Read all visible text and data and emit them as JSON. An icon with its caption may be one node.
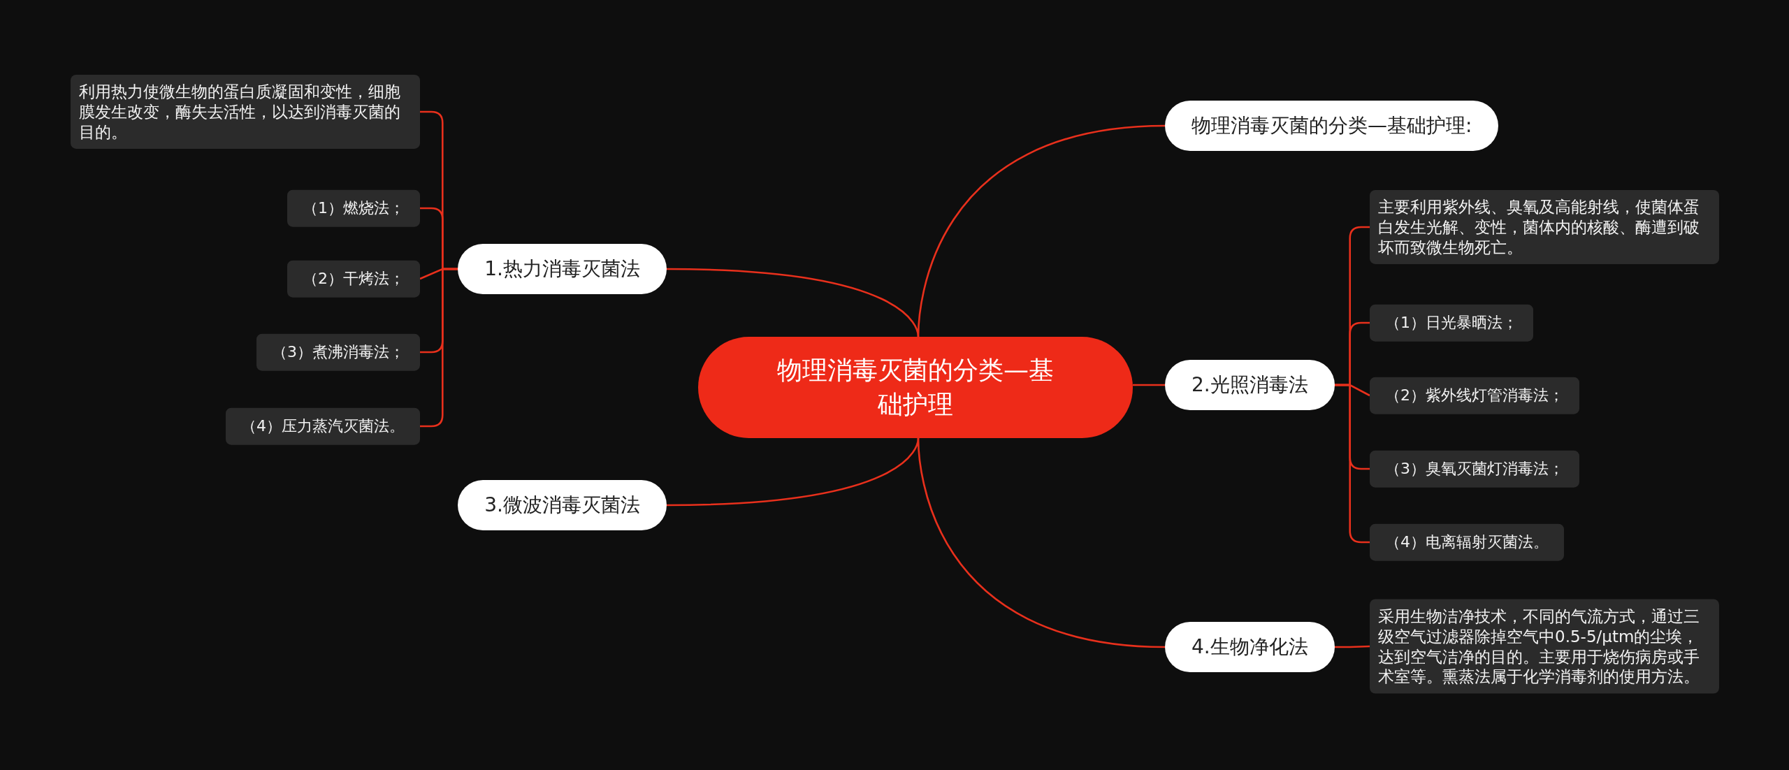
{
  "diagram": {
    "nodes": [
      {
        "text": [
          "物理消毒灭菌的分类—基础护理"
        ]
      },
      {
        "text": [
          "物理消毒灭菌的分类—基础护理:"
        ]
      },
      {
        "text": [
          "1.热力消毒灭菌法"
        ]
      },
      {
        "text": [
          "利用热力使微生物的蛋白质凝固和变性，细胞膜发生改变，酶失去活性，以达到消毒灭菌的目的。"
        ]
      },
      {
        "text": [
          "（1）燃烧法；"
        ]
      },
      {
        "text": [
          "（2）干烤法；"
        ]
      },
      {
        "text": [
          "（3）煮沸消毒法；"
        ]
      },
      {
        "text": [
          "（4）压力蒸汽灭菌法。"
        ]
      },
      {
        "text": [
          "2.光照消毒法"
        ]
      },
      {
        "text": [
          "主要利用紫外线、臭氧及高能射线，使菌体蛋白发生光解、变性，菌体内的核酸、酶遭到破坏而致微生物死亡。"
        ]
      },
      {
        "text": [
          "（1）日光暴晒法；"
        ]
      },
      {
        "text": [
          "（2）紫外线灯管消毒法；"
        ]
      },
      {
        "text": [
          "（3）臭氧灭菌灯消毒法；"
        ]
      },
      {
        "text": [
          "（4）电离辐射灭菌法。"
        ]
      },
      {
        "text": [
          "3.微波消毒灭菌法"
        ]
      },
      {
        "text": [
          "4.生物净化法"
        ]
      },
      {
        "text": [
          "采用生物洁净技术，不同的气流方式，通过三级空气过滤器除掉空气中0.5-5/μtm的尘埃，达到空气洁净的目的。主要用于烧伤病房或手术室等。熏蒸法属于化学消毒剂的使用方法。"
        ]
      }
    ],
    "edges": [
      {
        "from": 0,
        "to": 1,
        "arrow": "none"
      },
      {
        "from": 0,
        "to": 2,
        "arrow": "none"
      },
      {
        "from": 2,
        "to": 3,
        "arrow": "none"
      },
      {
        "from": 2,
        "to": 4,
        "arrow": "none"
      },
      {
        "from": 2,
        "to": 5,
        "arrow": "none"
      },
      {
        "from": 2,
        "to": 6,
        "arrow": "none"
      },
      {
        "from": 2,
        "to": 7,
        "arrow": "none"
      },
      {
        "from": 0,
        "to": 8,
        "arrow": "none"
      },
      {
        "from": 8,
        "to": 9,
        "arrow": "none"
      },
      {
        "from": 8,
        "to": 10,
        "arrow": "none"
      },
      {
        "from": 8,
        "to": 11,
        "arrow": "none"
      },
      {
        "from": 8,
        "to": 12,
        "arrow": "none"
      },
      {
        "from": 8,
        "to": 13,
        "arrow": "none"
      },
      {
        "from": 0,
        "to": 14,
        "arrow": "none"
      },
      {
        "from": 0,
        "to": 15,
        "arrow": "none"
      },
      {
        "from": 15,
        "to": 16,
        "arrow": "none"
      }
    ]
  }
}
